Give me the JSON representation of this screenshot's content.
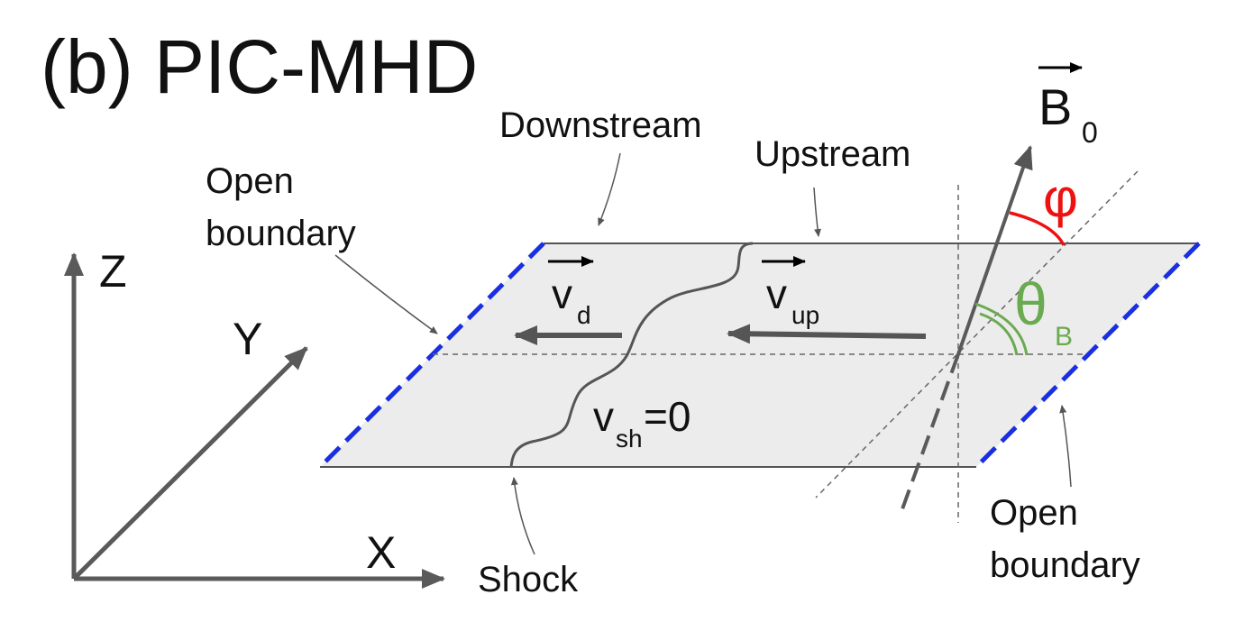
{
  "title": "(b) PIC-MHD",
  "labels": {
    "downstream": "Downstream",
    "upstream": "Upstream",
    "open_boundary_left_1": "Open",
    "open_boundary_left_2": "boundary",
    "open_boundary_right_1": "Open",
    "open_boundary_right_2": "boundary",
    "shock": "Shock",
    "axis_z": "Z",
    "axis_y": "Y",
    "axis_x": "X",
    "v_d_base": "v",
    "v_d_sub": "d",
    "v_up_base": "v",
    "v_up_sub": "up",
    "v_sh_base": "v",
    "v_sh_sub": "sh",
    "v_sh_eq": "=0",
    "b0_base": "B",
    "b0_sub": "0",
    "phi": "φ",
    "theta_base": "θ",
    "theta_sub": "B"
  },
  "colors": {
    "phi": "#ee1111",
    "theta": "#6aaa50",
    "boundary": "#1a2fe0",
    "plane_fill": "#ececec",
    "line": "#555555"
  }
}
